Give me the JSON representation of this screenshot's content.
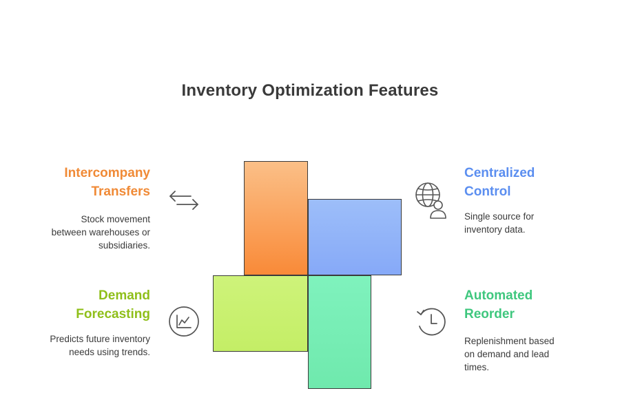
{
  "title": "Inventory Optimization Features",
  "features": {
    "transfers": {
      "title_line1": "Intercompany",
      "title_line2": "Transfers",
      "desc_line1": "Stock movement",
      "desc_line2": "between warehouses or",
      "desc_line3": "subsidiaries.",
      "icon": "arrows-left-right-icon",
      "color": "#f08a36"
    },
    "control": {
      "title_line1": "Centralized",
      "title_line2": "Control",
      "desc_line1": "Single source for",
      "desc_line2": "inventory data.",
      "icon": "globe-user-icon",
      "color": "#5b8ef0"
    },
    "demand": {
      "title_line1": "Demand",
      "title_line2": "Forecasting",
      "desc_line1": "Predicts future inventory",
      "desc_line2": "needs using trends.",
      "icon": "line-chart-icon",
      "color": "#8fbf1a"
    },
    "reorder": {
      "title_line1": "Automated",
      "title_line2": "Reorder",
      "desc_line1": "Replenishment based",
      "desc_line2": "on demand and lead",
      "desc_line3": "times.",
      "icon": "clock-reset-icon",
      "color": "#3fc77e"
    }
  },
  "blocks": {
    "orange": "#f98a38",
    "blue": "#86a9f8",
    "lime": "#c4ee66",
    "green": "#6fe9ad"
  }
}
